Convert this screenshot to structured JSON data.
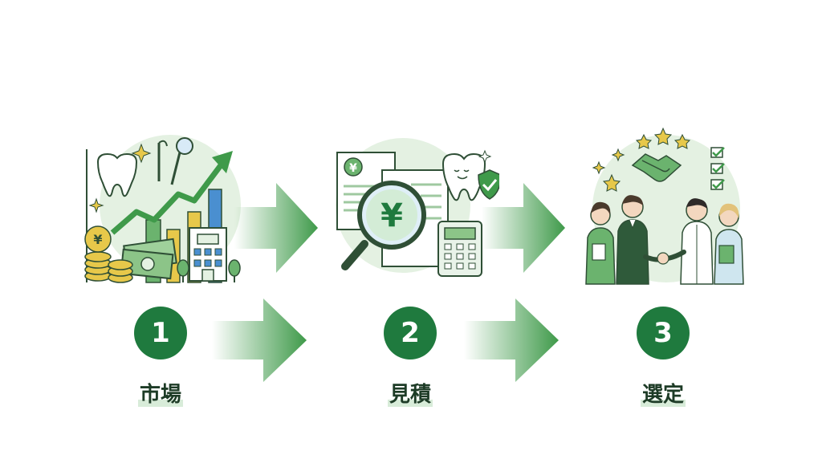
{
  "colors": {
    "primary": "#1f7a3e",
    "light_green": "#dfeedd",
    "gold": "#e7c84a",
    "text": "#1d3b26"
  },
  "steps": [
    {
      "number": "1",
      "label": "市場",
      "icon": "market-growth-illustration"
    },
    {
      "number": "2",
      "label": "見積",
      "icon": "quote-estimate-illustration"
    },
    {
      "number": "3",
      "label": "選定",
      "icon": "selection-handshake-illustration"
    }
  ]
}
